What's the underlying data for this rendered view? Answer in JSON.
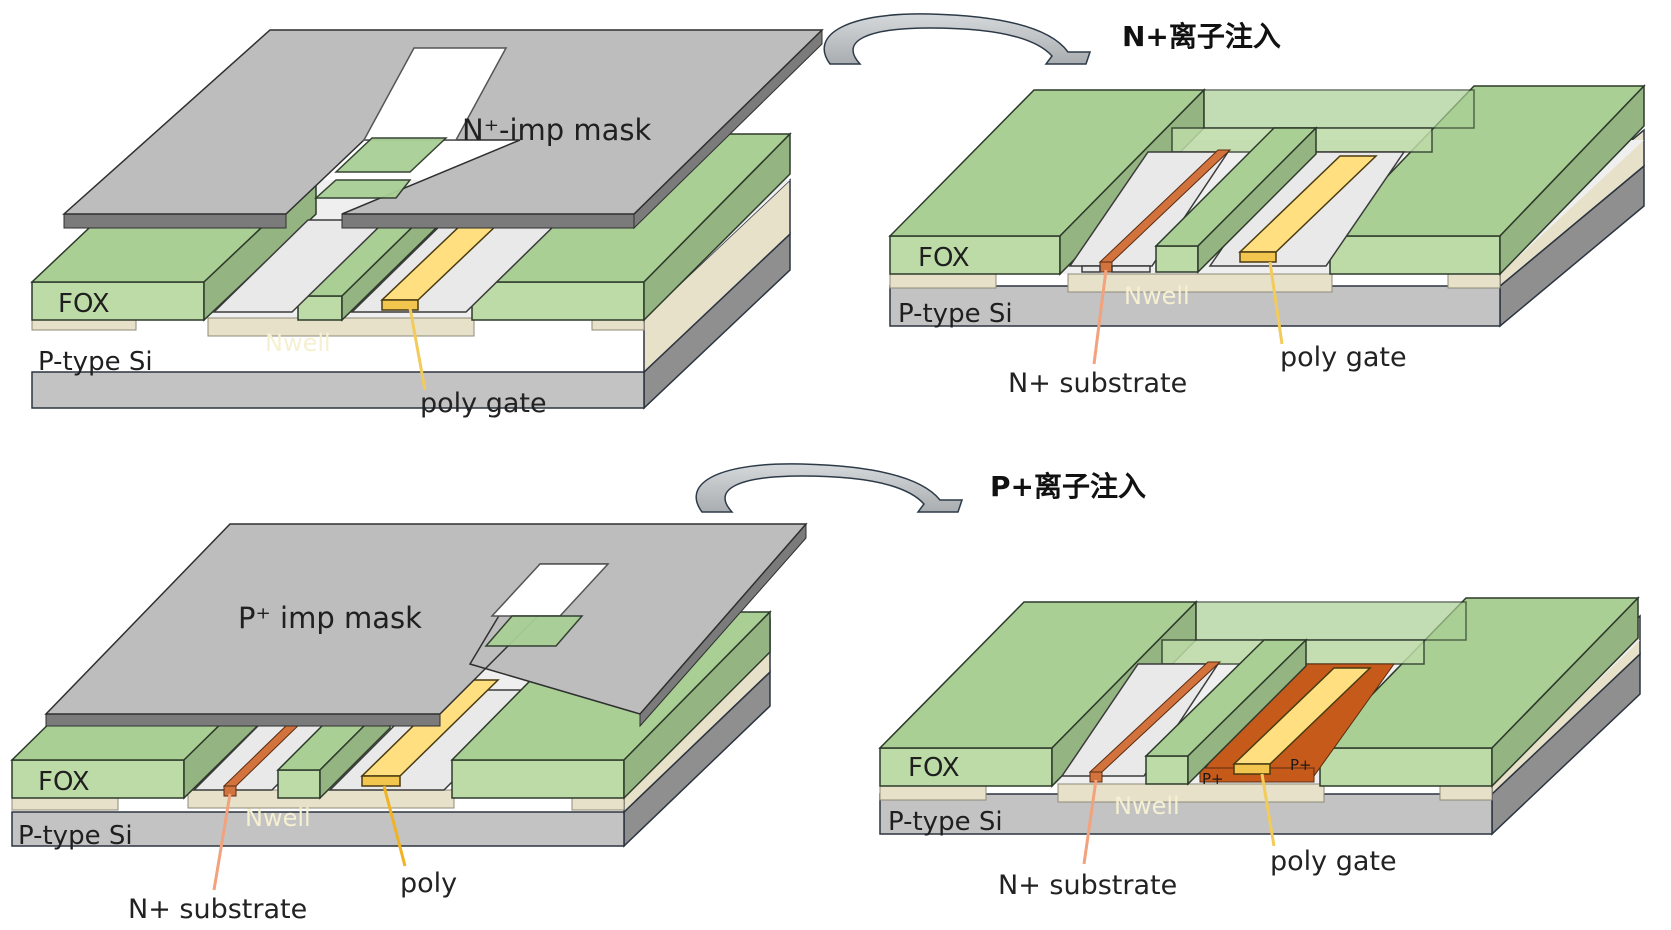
{
  "colors": {
    "fox_front": "#bddba7",
    "fox_top": "#a9cf95",
    "fox_side": "#94b582",
    "fox_glass": "#b4d69c",
    "si_front": "#c3c3c3",
    "si_side": "#8f8f8f",
    "nwell": "#e8e1c9",
    "mask": "#bdbdbd",
    "mask_edge": "#7b7b7b",
    "opening": "#e9e9e9",
    "n_plus": "#d2733e",
    "p_plus": "#c55a1b",
    "poly": "#ffdf80",
    "leader_orange": "#f2a27c",
    "leader_yellow": "#f2cb5a",
    "arrow": "#bfc3c6"
  },
  "icons": {
    "step_arrow": "curved-arrow-icon"
  },
  "panels": {
    "nmask": {
      "mask_label": "N⁺-imp mask",
      "fox": "FOX",
      "nwell": "Nwell",
      "substrate": "P-type Si",
      "poly_gate": "poly gate"
    },
    "nimplant": {
      "step_label": "N+离子注入",
      "fox": "FOX",
      "nwell": "Nwell",
      "substrate": "P-type Si",
      "n_substrate": "N+ substrate",
      "poly_gate": "poly gate"
    },
    "pmask": {
      "mask_label": "P⁺ imp mask",
      "fox": "FOX",
      "nwell": "Nwell",
      "substrate": "P-type Si",
      "n_substrate": "N+ substrate",
      "poly": "poly"
    },
    "pimplant": {
      "step_label": "P+离子注入",
      "fox": "FOX",
      "nwell": "Nwell",
      "substrate": "P-type Si",
      "n_substrate": "N+ substrate",
      "poly_gate": "poly gate",
      "p_left": "P+",
      "p_right": "P+"
    }
  }
}
